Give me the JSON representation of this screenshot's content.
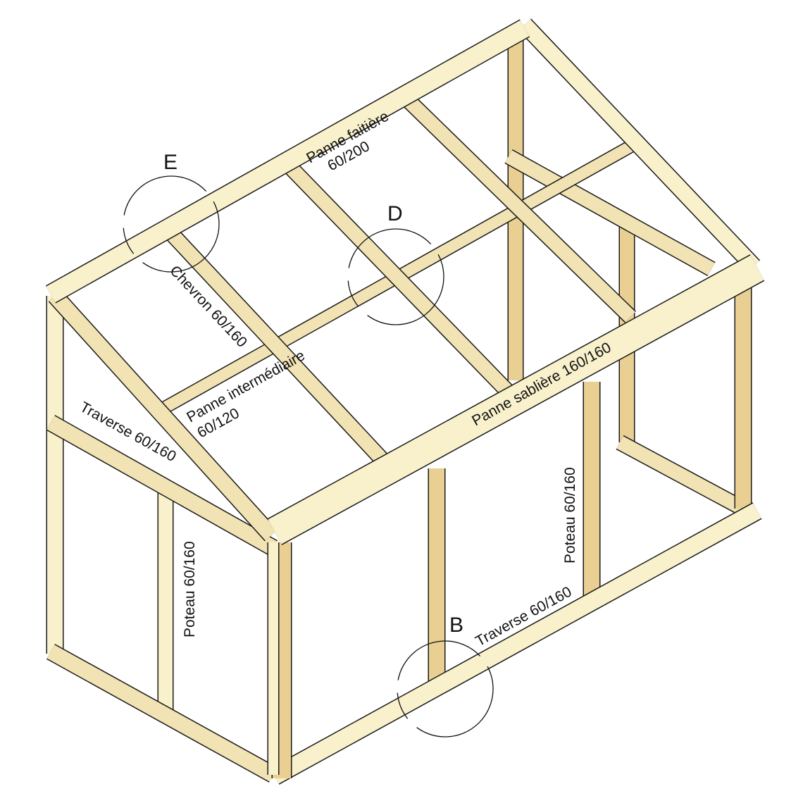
{
  "colors": {
    "wood_light": "#f8f1cc",
    "wood_mid": "#f1e3b3",
    "wood_dark": "#e9cf92",
    "outline": "#1a1a1a"
  },
  "labels": {
    "ridge": "Panne faitière",
    "ridge_size": "60/200",
    "rafter": "Chevron 60/160",
    "purlin": "Panne intermédiaire",
    "purlin_size": "60/120",
    "wall_plate": "Panne sablière  160/160",
    "crossbar_side": "Traverse 60/160",
    "post_side": "Poteau 60/160",
    "post_front": "Poteau 60/160",
    "crossbar_front": "Traverse 60/160"
  },
  "details": {
    "e": "E",
    "d": "D",
    "b": "B"
  }
}
